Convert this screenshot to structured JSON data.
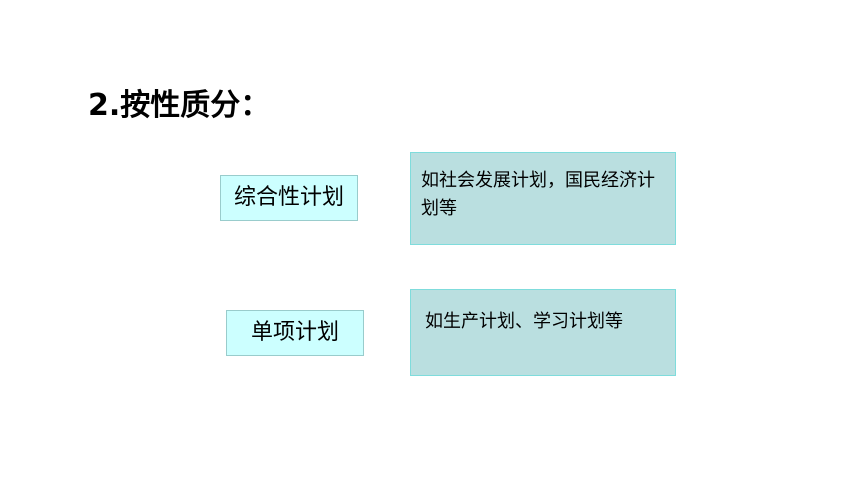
{
  "slide": {
    "heading": "2.按性质分：",
    "items": [
      {
        "term": "综合性计划",
        "description": "如社会发展计划，国民经济计划等"
      },
      {
        "term": "单项计划",
        "description": "如生产计划、学习计划等"
      }
    ]
  }
}
